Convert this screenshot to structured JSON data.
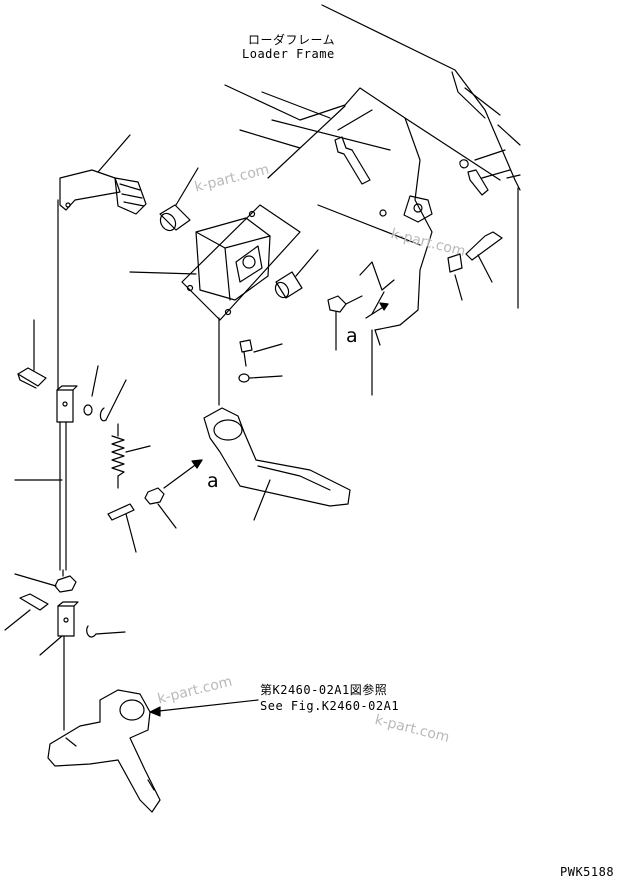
{
  "labels": {
    "frame_jp": "ローダフレーム",
    "frame_en": "Loader Frame",
    "ref_jp": "第K2460-02A1図参照",
    "ref_en": "See Fig.K2460-02A1",
    "drawing_code": "PWK5188",
    "view_marker": "a"
  },
  "watermark": "k-part.com"
}
